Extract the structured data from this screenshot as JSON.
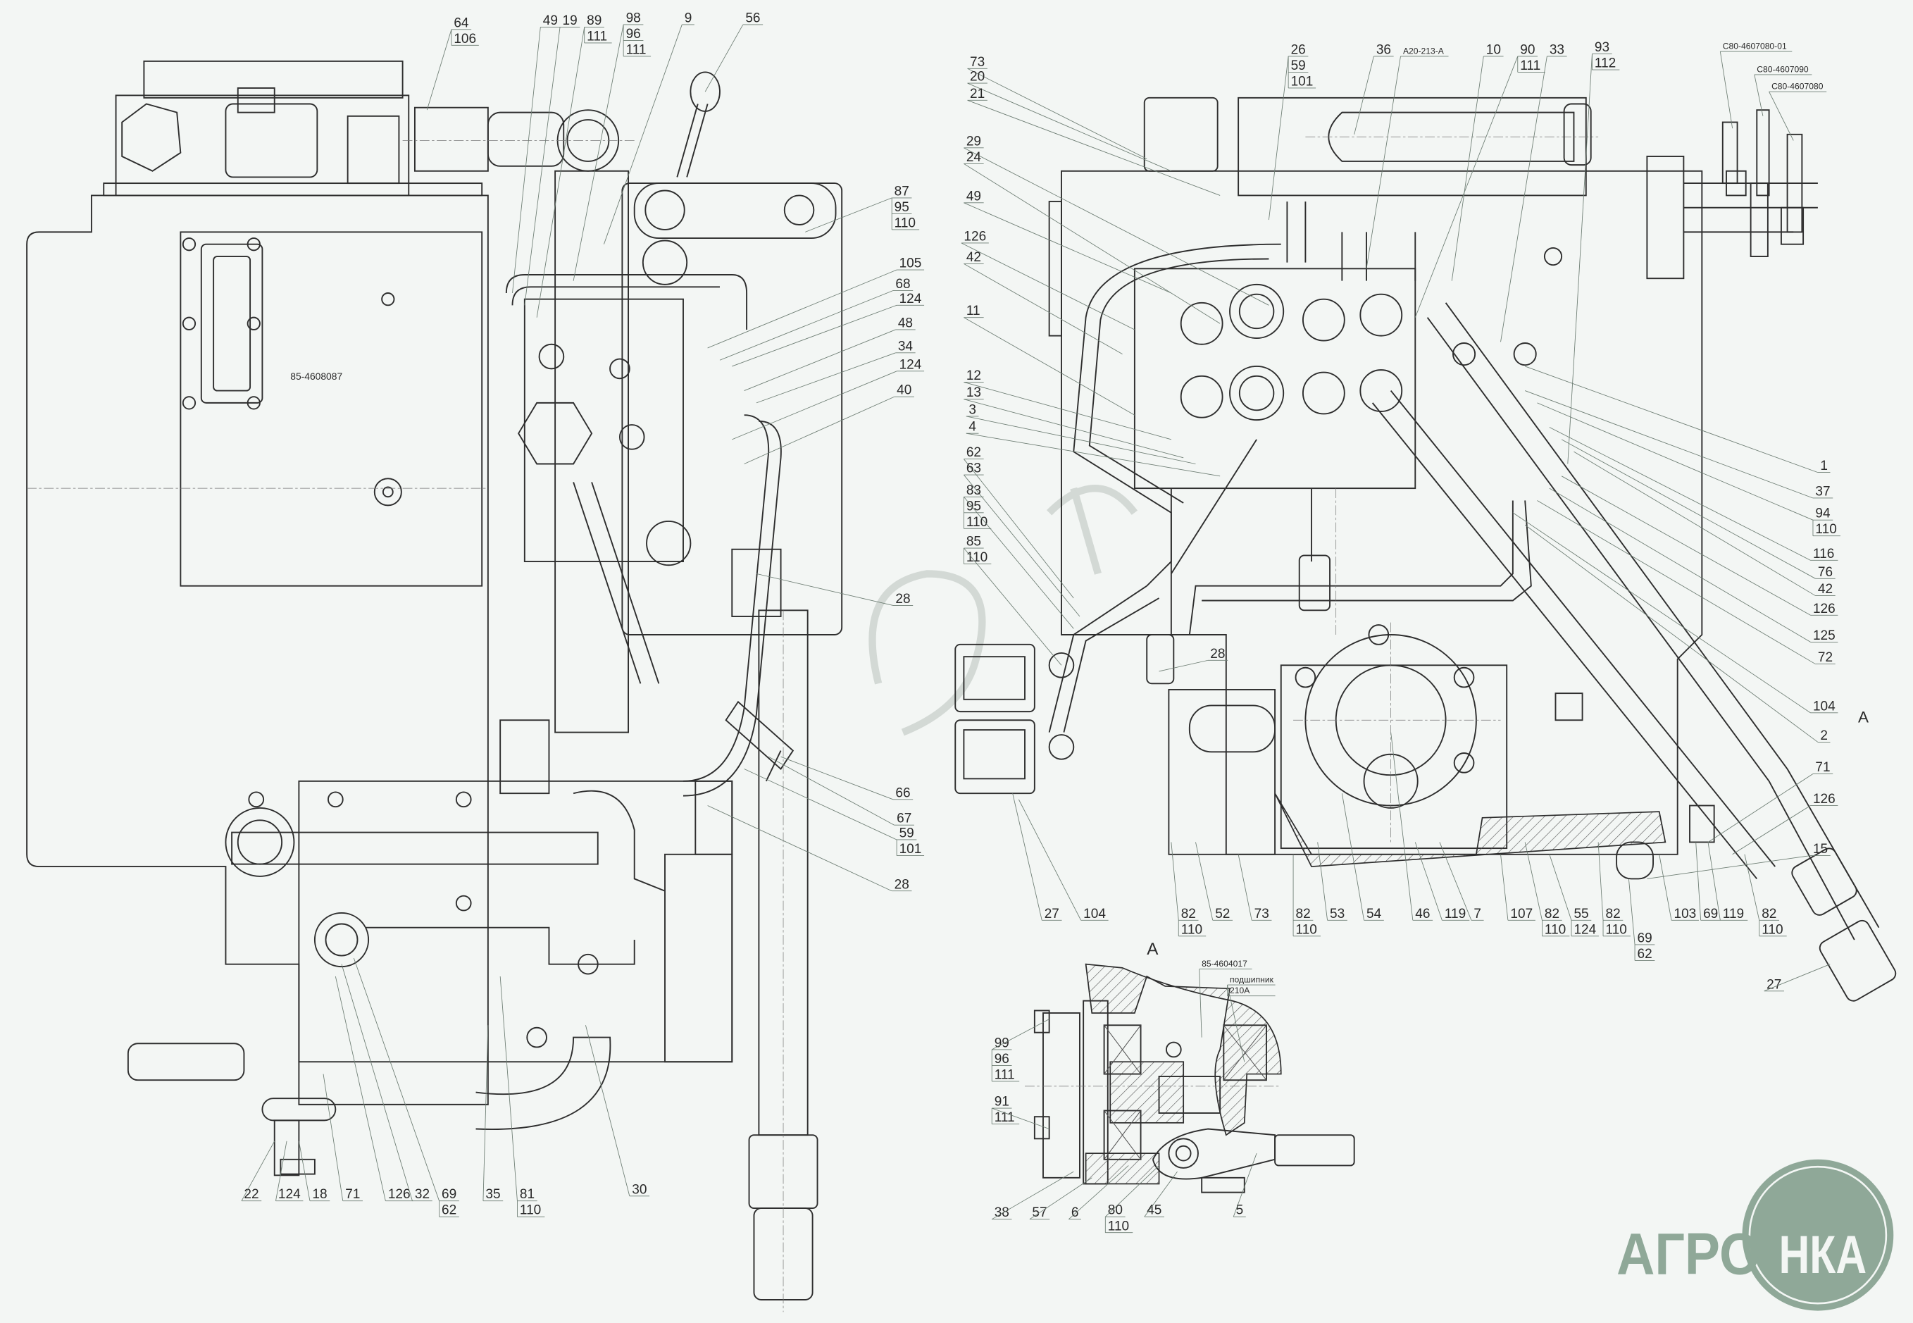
{
  "drawing": {
    "left_view": {
      "plate_label": "85-4608087",
      "callouts": [
        {
          "lines": [
            "64",
            "106"
          ]
        },
        {
          "lines": [
            "49"
          ]
        },
        {
          "lines": [
            "19"
          ]
        },
        {
          "lines": [
            "89",
            "111"
          ]
        },
        {
          "lines": [
            "98",
            "96",
            "111"
          ]
        },
        {
          "lines": [
            "9"
          ]
        },
        {
          "lines": [
            "56"
          ]
        },
        {
          "lines": [
            "87",
            "95",
            "110"
          ]
        },
        {
          "lines": [
            "105"
          ]
        },
        {
          "lines": [
            "68"
          ]
        },
        {
          "lines": [
            "124"
          ]
        },
        {
          "lines": [
            "48"
          ]
        },
        {
          "lines": [
            "34"
          ]
        },
        {
          "lines": [
            "124"
          ]
        },
        {
          "lines": [
            "40"
          ]
        },
        {
          "lines": [
            "28"
          ]
        },
        {
          "lines": [
            "66"
          ]
        },
        {
          "lines": [
            "67"
          ]
        },
        {
          "lines": [
            "59",
            "101"
          ]
        },
        {
          "lines": [
            "28"
          ]
        },
        {
          "lines": [
            "22"
          ]
        },
        {
          "lines": [
            "124"
          ]
        },
        {
          "lines": [
            "18"
          ]
        },
        {
          "lines": [
            "71"
          ]
        },
        {
          "lines": [
            "126"
          ]
        },
        {
          "lines": [
            "32"
          ]
        },
        {
          "lines": [
            "69",
            "62"
          ]
        },
        {
          "lines": [
            "35"
          ]
        },
        {
          "lines": [
            "81",
            "110"
          ]
        },
        {
          "lines": [
            "30"
          ]
        }
      ]
    },
    "right_view": {
      "view_marker": "A",
      "callouts": [
        {
          "lines": [
            "73"
          ]
        },
        {
          "lines": [
            "20"
          ]
        },
        {
          "lines": [
            "21"
          ]
        },
        {
          "lines": [
            "29"
          ]
        },
        {
          "lines": [
            "24"
          ]
        },
        {
          "lines": [
            "49"
          ]
        },
        {
          "lines": [
            "126"
          ]
        },
        {
          "lines": [
            "42"
          ]
        },
        {
          "lines": [
            "11"
          ]
        },
        {
          "lines": [
            "12"
          ]
        },
        {
          "lines": [
            "13"
          ]
        },
        {
          "lines": [
            "3"
          ]
        },
        {
          "lines": [
            "4"
          ]
        },
        {
          "lines": [
            "62"
          ]
        },
        {
          "lines": [
            "63"
          ]
        },
        {
          "lines": [
            "83",
            "95",
            "110"
          ]
        },
        {
          "lines": [
            "85",
            "110"
          ]
        },
        {
          "lines": [
            "26",
            "59",
            "101"
          ]
        },
        {
          "lines": [
            "36"
          ]
        },
        {
          "lines": [
            "A20-213-A"
          ]
        },
        {
          "lines": [
            "10"
          ]
        },
        {
          "lines": [
            "90",
            "111"
          ]
        },
        {
          "lines": [
            "33"
          ]
        },
        {
          "lines": [
            "93",
            "112"
          ]
        },
        {
          "lines": [
            "C80-4607080-01"
          ]
        },
        {
          "lines": [
            "C80-4607090"
          ]
        },
        {
          "lines": [
            "C80-4607080"
          ]
        },
        {
          "lines": [
            "1"
          ]
        },
        {
          "lines": [
            "37"
          ]
        },
        {
          "lines": [
            "94",
            "110"
          ]
        },
        {
          "lines": [
            "116"
          ]
        },
        {
          "lines": [
            "76"
          ]
        },
        {
          "lines": [
            "42"
          ]
        },
        {
          "lines": [
            "126"
          ]
        },
        {
          "lines": [
            "125"
          ]
        },
        {
          "lines": [
            "72"
          ]
        },
        {
          "lines": [
            "104"
          ]
        },
        {
          "lines": [
            "2"
          ]
        },
        {
          "lines": [
            "71"
          ]
        },
        {
          "lines": [
            "126"
          ]
        },
        {
          "lines": [
            "15"
          ]
        },
        {
          "lines": [
            "28"
          ]
        },
        {
          "lines": [
            "27"
          ]
        },
        {
          "lines": [
            "104"
          ]
        },
        {
          "lines": [
            "82",
            "110"
          ]
        },
        {
          "lines": [
            "52"
          ]
        },
        {
          "lines": [
            "73"
          ]
        },
        {
          "lines": [
            "82",
            "110"
          ]
        },
        {
          "lines": [
            "53"
          ]
        },
        {
          "lines": [
            "54"
          ]
        },
        {
          "lines": [
            "46"
          ]
        },
        {
          "lines": [
            "119"
          ]
        },
        {
          "lines": [
            "7"
          ]
        },
        {
          "lines": [
            "107"
          ]
        },
        {
          "lines": [
            "82",
            "110"
          ]
        },
        {
          "lines": [
            "55",
            "124"
          ]
        },
        {
          "lines": [
            "82",
            "110"
          ]
        },
        {
          "lines": [
            "69",
            "62"
          ]
        },
        {
          "lines": [
            "103"
          ]
        },
        {
          "lines": [
            "69"
          ]
        },
        {
          "lines": [
            "119"
          ]
        },
        {
          "lines": [
            "82",
            "110"
          ]
        },
        {
          "lines": [
            "27"
          ]
        }
      ]
    },
    "section_a": {
      "title": "A",
      "callouts": [
        {
          "lines": [
            "85-4604017"
          ]
        },
        {
          "lines": [
            "подшипник",
            "210А"
          ]
        },
        {
          "lines": [
            "99",
            "96",
            "111"
          ]
        },
        {
          "lines": [
            "91",
            "111"
          ]
        },
        {
          "lines": [
            "38"
          ]
        },
        {
          "lines": [
            "57"
          ]
        },
        {
          "lines": [
            "6"
          ]
        },
        {
          "lines": [
            "80",
            "110"
          ]
        },
        {
          "lines": [
            "45"
          ]
        },
        {
          "lines": [
            "5"
          ]
        }
      ]
    }
  },
  "logo": {
    "text_left": "АГРО",
    "text_right": "НКА",
    "color": "#8fa898"
  },
  "colors": {
    "background": "#f3f6f4",
    "line": "#2e2e2e"
  }
}
